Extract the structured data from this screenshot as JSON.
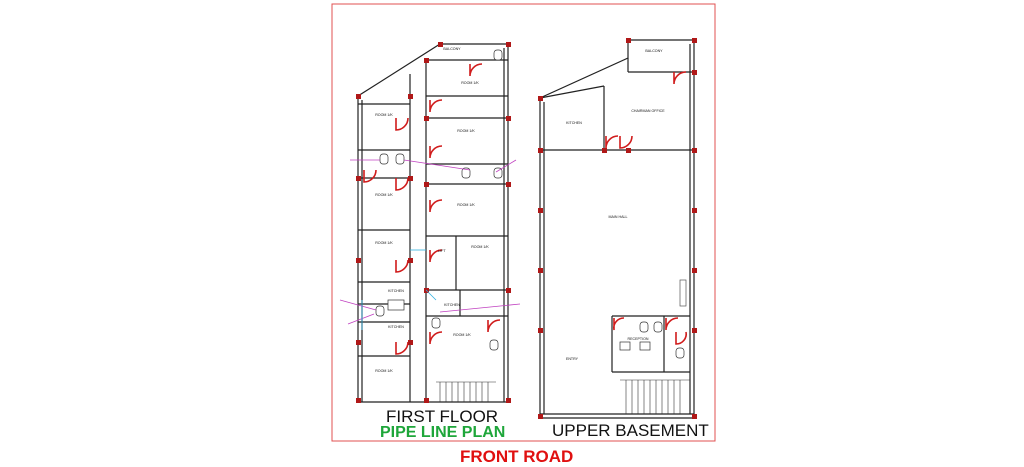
{
  "titles": {
    "first_floor": "FIRST FLOOR",
    "pipe_line_plan": "PIPE LINE PLAN",
    "upper_basement": "UPPER BASEMENT",
    "front_road": "FRONT ROAD"
  },
  "colors": {
    "wall": "#222222",
    "column": "#b01818",
    "door": "#d01c1c",
    "pipe": "#c040c0",
    "water": "#30b0e0",
    "border": "#e05050",
    "title_green": "#1ea63a",
    "title_red": "#e01010",
    "text": "#111111"
  },
  "first_floor": {
    "rooms": [
      {
        "key": "balcony-top",
        "name": "BALCONY"
      },
      {
        "key": "room-top",
        "name": "ROOM 1/K"
      },
      {
        "key": "room-left-top",
        "name": "ROOM 1/K"
      },
      {
        "key": "room-mid",
        "name": "ROOM 1/K"
      },
      {
        "key": "room-left-mid",
        "name": "ROOM 1/K"
      },
      {
        "key": "room-center",
        "name": "ROOM 1/K"
      },
      {
        "key": "room-left-lower",
        "name": "ROOM 1/K"
      },
      {
        "key": "room-right-lower",
        "name": "ROOM 1/K"
      },
      {
        "key": "lift",
        "name": "LIFT"
      },
      {
        "key": "kitchen-left",
        "name": "KITCHEN"
      },
      {
        "key": "kitchen-left-2",
        "name": "KITCHEN"
      },
      {
        "key": "kitchen-right",
        "name": "KITCHEN"
      },
      {
        "key": "room-bottom-right",
        "name": "ROOM 1/K"
      },
      {
        "key": "room-bottom-left",
        "name": "ROOM 1/K"
      }
    ]
  },
  "upper_basement": {
    "rooms": [
      {
        "key": "balcony",
        "name": "BALCONY"
      },
      {
        "key": "kitchen",
        "name": "KITCHEN"
      },
      {
        "key": "office",
        "name": "CHAIRMAN OFFICE"
      },
      {
        "key": "main-hall",
        "name": "MAIN HALL"
      },
      {
        "key": "entry",
        "name": "ENTRY"
      },
      {
        "key": "reception",
        "name": "RECEPTION"
      }
    ]
  }
}
